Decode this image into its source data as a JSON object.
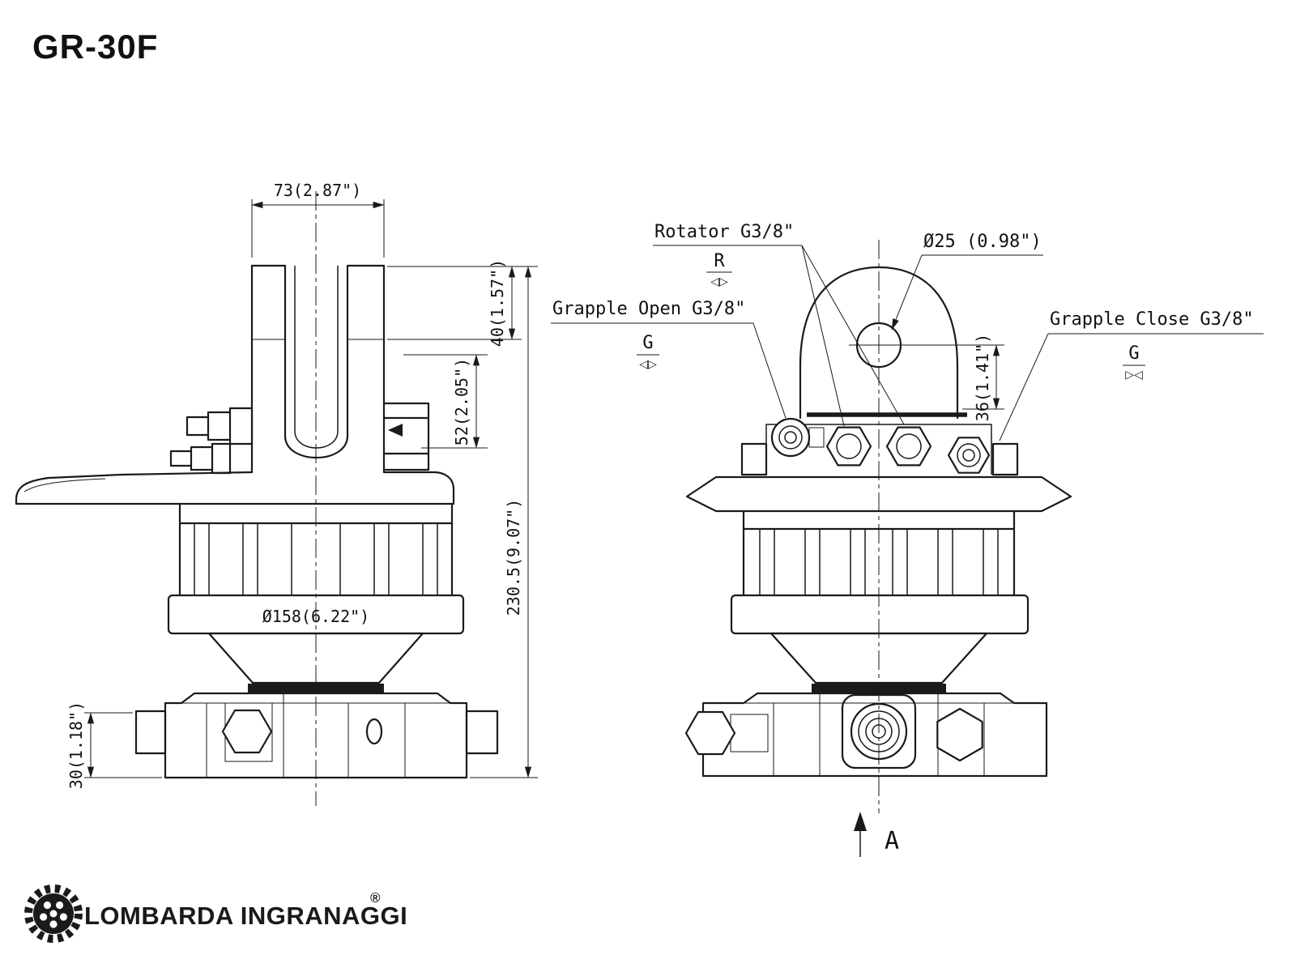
{
  "title": "GR-30F",
  "left_view": {
    "dim_top_width": "73(2.87\")",
    "dim_clevis_height": "40(1.57\")",
    "dim_port_height": "52(2.05\")",
    "dim_total_height": "230.5(9.07\")",
    "dim_flange_diameter": "Ø158(6.22\")",
    "dim_base_height": "30(1.18\")"
  },
  "right_view": {
    "rotator_label": "Rotator G3/8\"",
    "rotator_symbol": "R",
    "rotator_flow": "◁▷",
    "grapple_open_label": "Grapple Open G3/8\"",
    "grapple_open_symbol": "G",
    "grapple_open_flow": "◁▷",
    "grapple_close_label": "Grapple Close G3/8\"",
    "grapple_close_symbol": "G",
    "grapple_close_flow": "▷◁",
    "dim_pin_hole": "Ø25 (0.98\")",
    "dim_hole_offset": "36(1.41\")",
    "section_arrow_label": "A"
  },
  "logo": {
    "brand": "LOMBARDA INGRANAGGI",
    "registered_mark": "®"
  }
}
